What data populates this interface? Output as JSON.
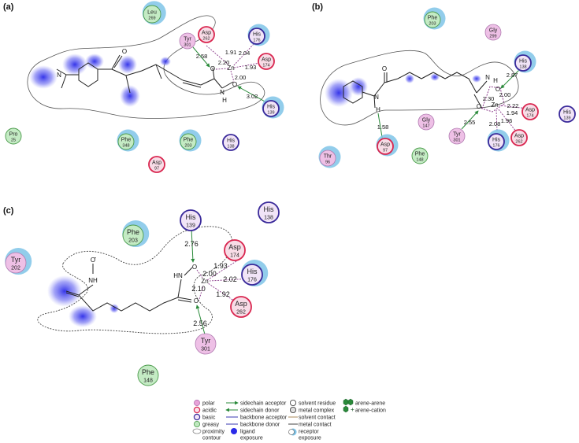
{
  "panels": [
    {
      "label": "(a)"
    },
    {
      "label": "(b)"
    },
    {
      "label": "(c)"
    }
  ],
  "colors": {
    "polar": "#e8a2d8",
    "acidic": "#d9264f",
    "basic": "#3a2a9a",
    "greasy": "#6abf6a",
    "exposure": "#7fc4e8",
    "ligand_blob": "#3a3ae8",
    "hbond": "#2a8a3a",
    "metal": "#8a3a8a"
  },
  "panel_a": {
    "residues": [
      {
        "name": "Leu",
        "num": "269",
        "type": "greasy"
      },
      {
        "name": "Tyr",
        "num": "301",
        "type": "polar"
      },
      {
        "name": "Asp",
        "num": "262",
        "type": "acidic"
      },
      {
        "name": "His",
        "num": "176",
        "type": "basic"
      },
      {
        "name": "Asp",
        "num": "174",
        "type": "acidic"
      },
      {
        "name": "His",
        "num": "139",
        "type": "basic"
      },
      {
        "name": "Pro",
        "num": "25",
        "type": "greasy"
      },
      {
        "name": "Phe",
        "num": "348",
        "type": "greasy"
      },
      {
        "name": "Phe",
        "num": "203",
        "type": "greasy"
      },
      {
        "name": "His",
        "num": "138",
        "type": "basic"
      },
      {
        "name": "Asp",
        "num": "97",
        "type": "acidic"
      }
    ],
    "distances": [
      "2.58",
      "2.20",
      "1.91",
      "2.04",
      "1.93",
      "2.00",
      "3.02"
    ],
    "atoms": [
      "N",
      "O",
      "O",
      "Zn",
      "O",
      "N",
      "H"
    ]
  },
  "panel_b": {
    "residues": [
      {
        "name": "Phe",
        "num": "203",
        "type": "greasy"
      },
      {
        "name": "Gly",
        "num": "299",
        "type": "polar"
      },
      {
        "name": "His",
        "num": "138",
        "type": "basic"
      },
      {
        "name": "Gly",
        "num": "147",
        "type": "polar"
      },
      {
        "name": "Asp",
        "num": "174",
        "type": "acidic"
      },
      {
        "name": "His",
        "num": "139",
        "type": "basic"
      },
      {
        "name": "Asp",
        "num": "97",
        "type": "acidic"
      },
      {
        "name": "Tyr",
        "num": "301",
        "type": "polar"
      },
      {
        "name": "His",
        "num": "176",
        "type": "basic"
      },
      {
        "name": "Asp",
        "num": "262",
        "type": "acidic"
      },
      {
        "name": "Thr",
        "num": "96",
        "type": "polar"
      },
      {
        "name": "Phe",
        "num": "148",
        "type": "greasy"
      }
    ],
    "distances": [
      "2.87",
      "2.30",
      "2.00",
      "2.22",
      "1.94",
      "1.96",
      "2.08",
      "2.55",
      "1.58"
    ],
    "atoms": [
      "N",
      "H",
      "O",
      "N",
      "H",
      "O",
      "Zn",
      "O"
    ]
  },
  "panel_c": {
    "residues": [
      {
        "name": "His",
        "num": "139",
        "type": "basic"
      },
      {
        "name": "His",
        "num": "138",
        "type": "basic"
      },
      {
        "name": "Phe",
        "num": "203",
        "type": "greasy"
      },
      {
        "name": "Tyr",
        "num": "202",
        "type": "polar"
      },
      {
        "name": "Asp",
        "num": "174",
        "type": "acidic"
      },
      {
        "name": "His",
        "num": "176",
        "type": "basic"
      },
      {
        "name": "Asp",
        "num": "262",
        "type": "acidic"
      },
      {
        "name": "Tyr",
        "num": "301",
        "type": "polar"
      },
      {
        "name": "Phe",
        "num": "148",
        "type": "greasy"
      }
    ],
    "distances": [
      "2.76",
      "1.93",
      "2.00",
      "2.02",
      "2.10",
      "1.92",
      "2.56"
    ],
    "atoms": [
      "O",
      "NH",
      "HN",
      "O",
      "Zn",
      "O"
    ],
    "minus": "-"
  },
  "legend": {
    "col1": [
      "polar",
      "acidic",
      "basic",
      "greasy",
      "proximity",
      "contour"
    ],
    "col2": [
      "sidechain acceptor",
      "sidechain donor",
      "backbone acceptor",
      "backbone donor",
      "ligand",
      "exposure"
    ],
    "col3": [
      "solvent residue",
      "metal complex",
      "solvent contact",
      "metal contact",
      "receptor",
      "exposure"
    ],
    "col4": [
      "arene-arene",
      "arene-cation"
    ]
  }
}
